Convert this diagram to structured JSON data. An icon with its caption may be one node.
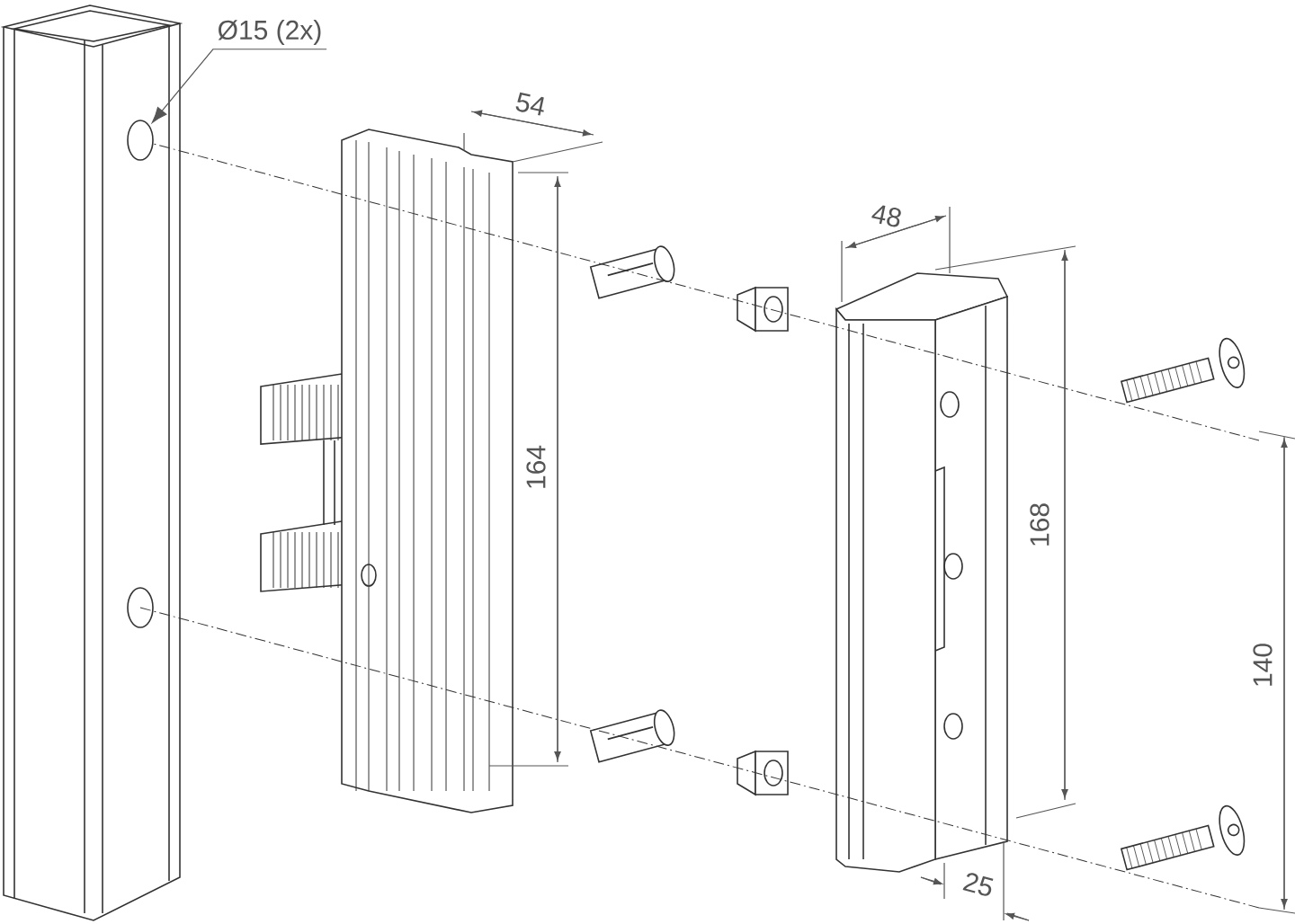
{
  "diagram": {
    "nodes": [
      {
        "text": [
          "Ø15 (2x)"
        ]
      },
      {
        "text": [],
        "shape": "circle"
      }
    ],
    "edges": [
      {
        "from": 0,
        "to": 1,
        "arrow": "to"
      }
    ],
    "labels": [
      "54",
      "48",
      "164",
      "168",
      "140",
      "25"
    ]
  }
}
